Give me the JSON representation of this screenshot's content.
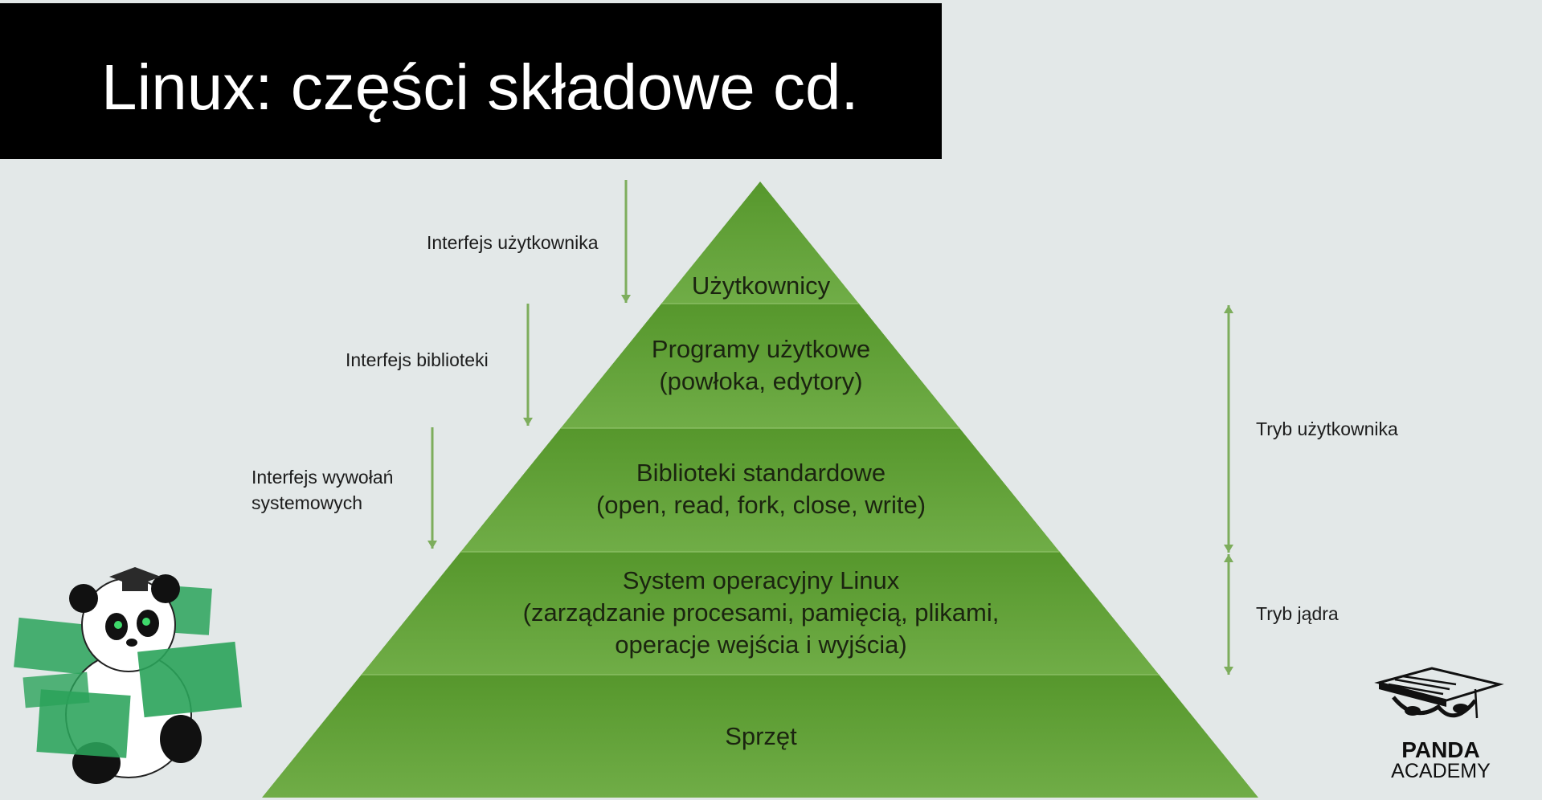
{
  "slide": {
    "title": "Linux: części składowe cd."
  },
  "pyramid": {
    "levels": [
      {
        "lines": [
          "Użytkownicy"
        ]
      },
      {
        "lines": [
          "Programy użytkowe",
          "(powłoka, edytory)"
        ]
      },
      {
        "lines": [
          "Biblioteki standardowe",
          "(open, read, fork, close, write)"
        ]
      },
      {
        "lines": [
          "System operacyjny Linux",
          "(zarządzanie procesami, pamięcią, plikami,",
          "operacje wejścia i wyjścia)"
        ]
      },
      {
        "lines": [
          "Sprzęt"
        ]
      }
    ],
    "interfaces": [
      {
        "lines": [
          "Interfejs użytkownika"
        ]
      },
      {
        "lines": [
          "Interfejs biblioteki"
        ]
      },
      {
        "lines": [
          "Interfejs wywołań",
          "systemowych"
        ]
      }
    ],
    "modes": [
      {
        "label": "Tryb użytkownika"
      },
      {
        "label": "Tryb jądra"
      }
    ]
  },
  "logo": {
    "line1": "PANDA",
    "line2": "ACADEMY"
  },
  "colors": {
    "pyramid_top": "#56972c",
    "pyramid_bottom": "#70ad47",
    "arrow": "#7dad5c",
    "mascot_green": "#29a35a"
  }
}
